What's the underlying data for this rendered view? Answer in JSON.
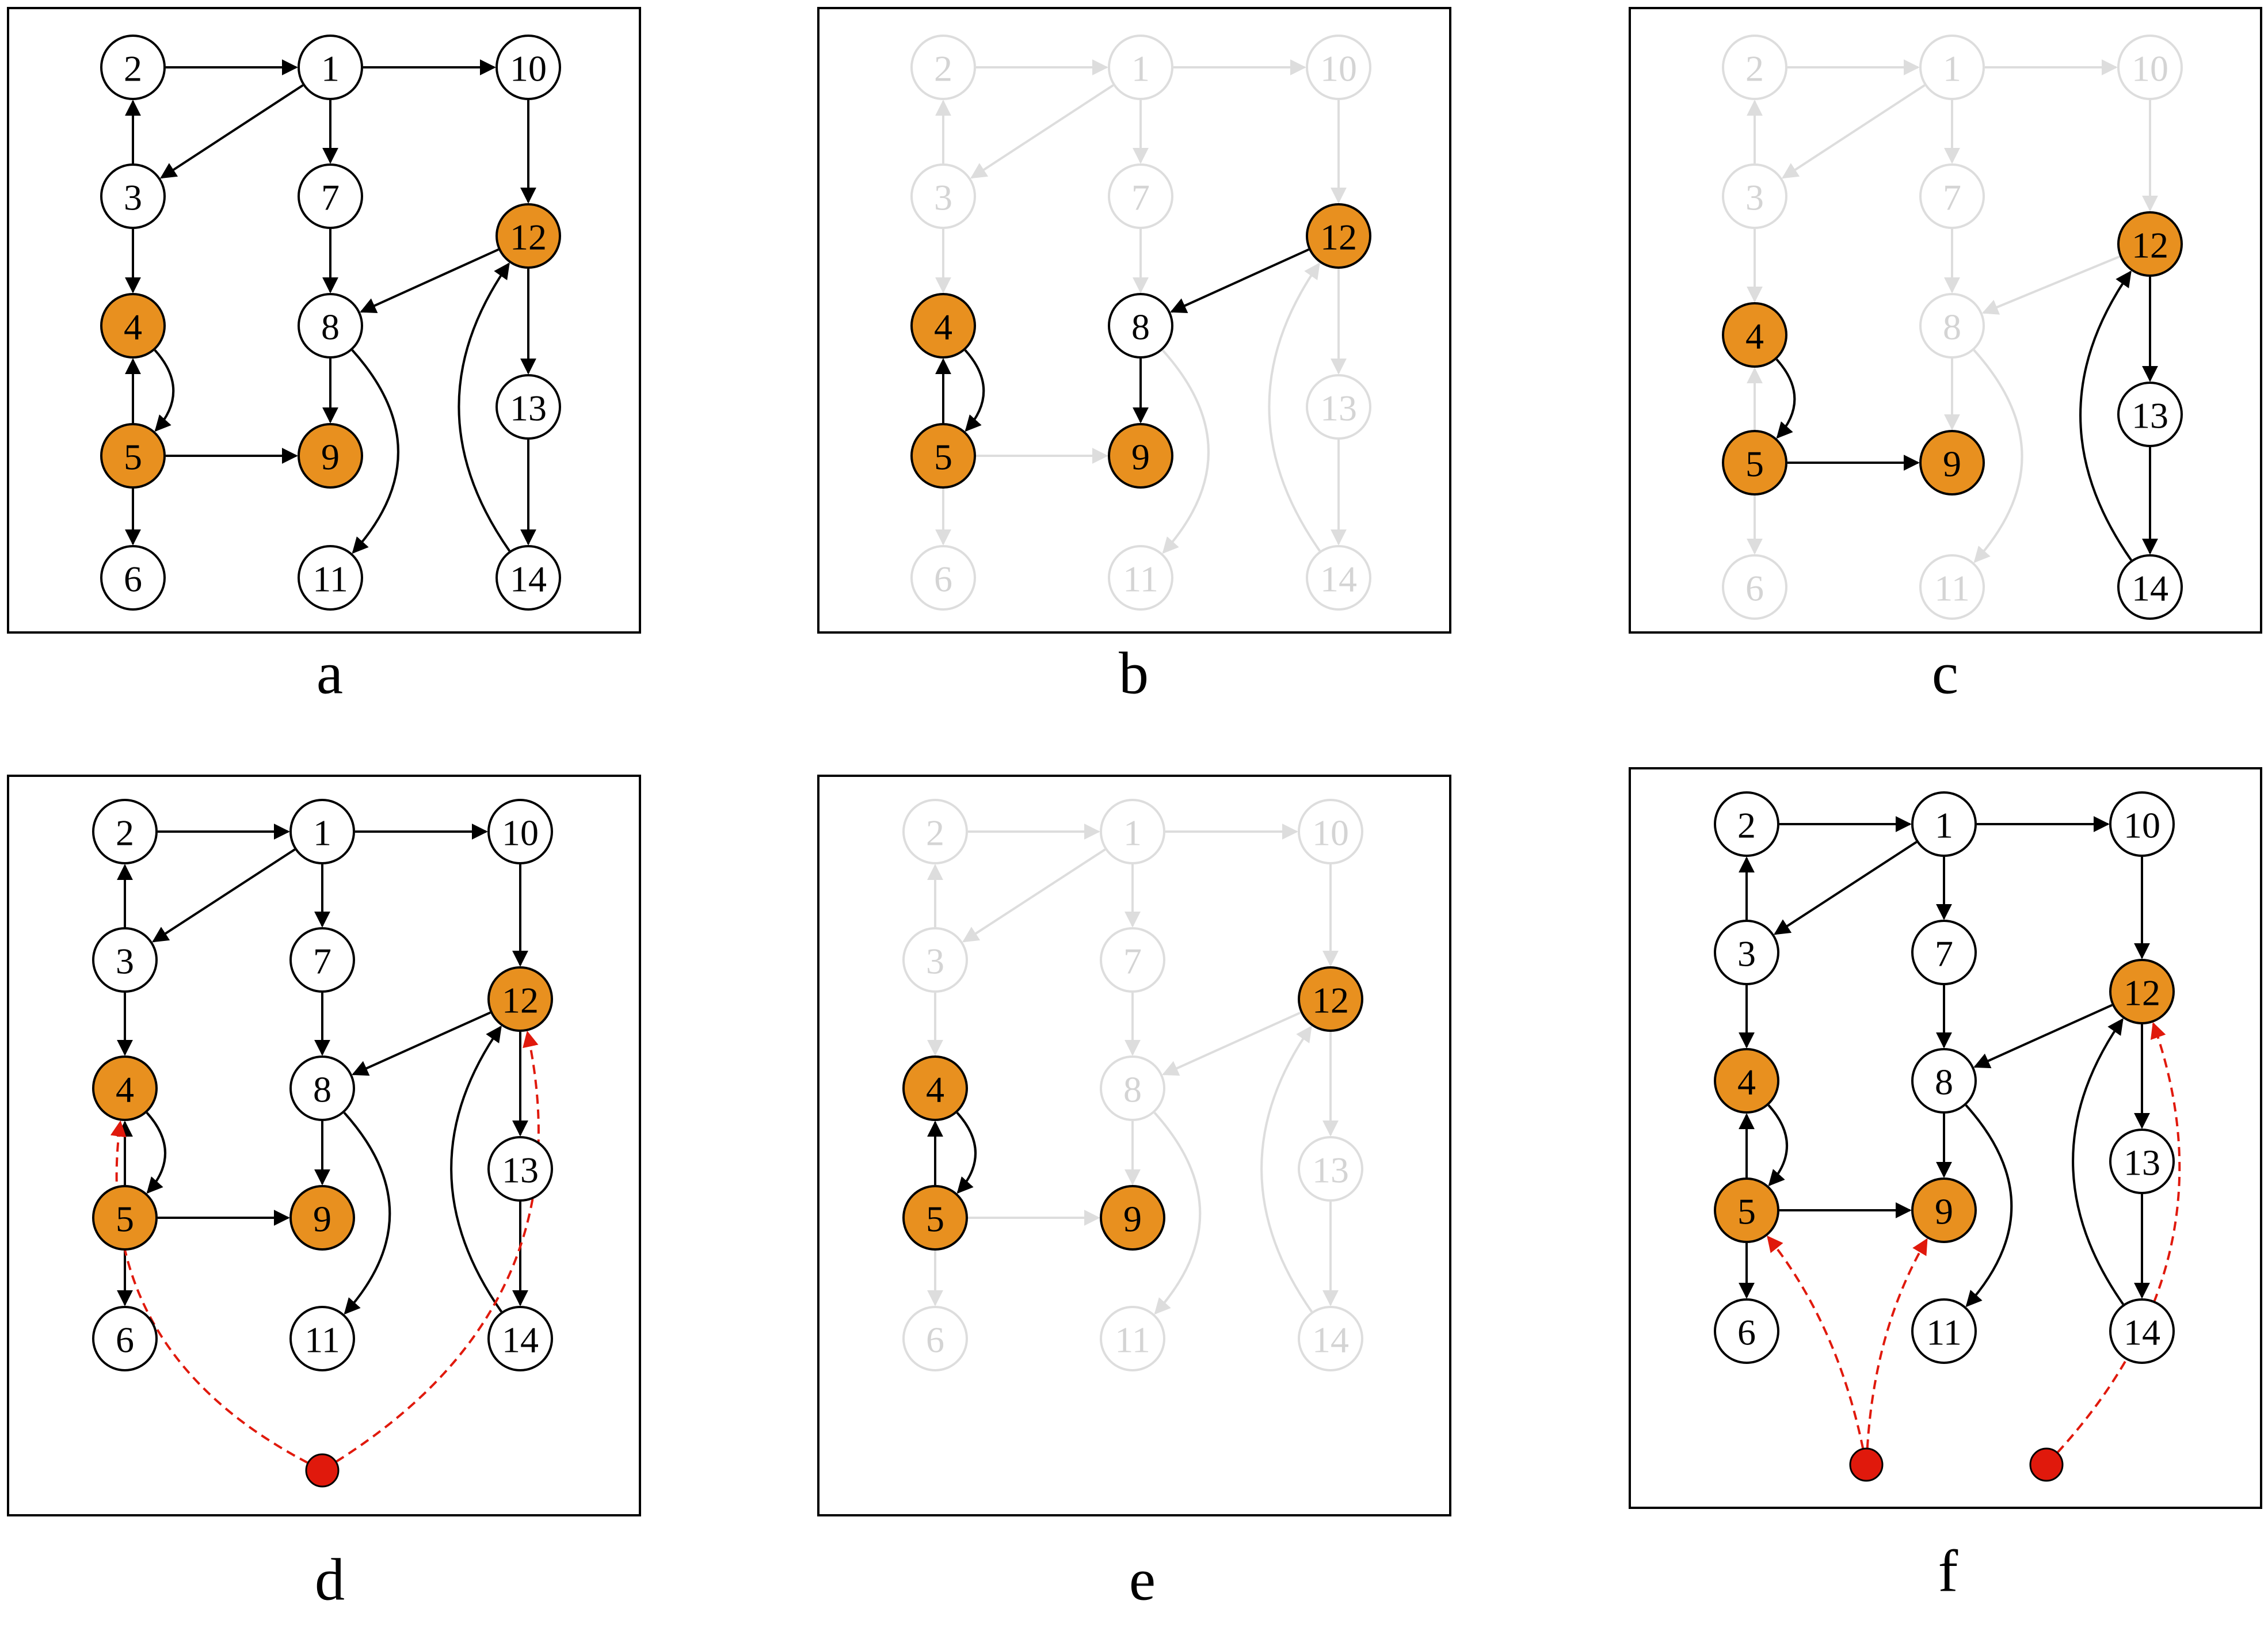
{
  "colors": {
    "highlight_fill": "#E8901F",
    "plain_fill": "#FFFFFF",
    "active_stroke": "#000000",
    "faded_stroke": "#DDDDDD",
    "faded_text": "#D4D4D4",
    "external_node": "#E0190C",
    "external_edge": "#E0190C"
  },
  "nodes": [
    {
      "id": "1",
      "label": "1",
      "highlighted": false
    },
    {
      "id": "2",
      "label": "2",
      "highlighted": false
    },
    {
      "id": "3",
      "label": "3",
      "highlighted": false
    },
    {
      "id": "4",
      "label": "4",
      "highlighted": true
    },
    {
      "id": "5",
      "label": "5",
      "highlighted": true
    },
    {
      "id": "6",
      "label": "6",
      "highlighted": false
    },
    {
      "id": "7",
      "label": "7",
      "highlighted": false
    },
    {
      "id": "8",
      "label": "8",
      "highlighted": false
    },
    {
      "id": "9",
      "label": "9",
      "highlighted": true
    },
    {
      "id": "10",
      "label": "10",
      "highlighted": false
    },
    {
      "id": "11",
      "label": "11",
      "highlighted": false
    },
    {
      "id": "12",
      "label": "12",
      "highlighted": true
    },
    {
      "id": "13",
      "label": "13",
      "highlighted": false
    },
    {
      "id": "14",
      "label": "14",
      "highlighted": false
    }
  ],
  "edges": [
    {
      "id": "2-1",
      "from": "2",
      "to": "1"
    },
    {
      "id": "1-10",
      "from": "1",
      "to": "10"
    },
    {
      "id": "1-3",
      "from": "1",
      "to": "3"
    },
    {
      "id": "1-7",
      "from": "1",
      "to": "7"
    },
    {
      "id": "3-2",
      "from": "3",
      "to": "2"
    },
    {
      "id": "3-4",
      "from": "3",
      "to": "4"
    },
    {
      "id": "7-8",
      "from": "7",
      "to": "8"
    },
    {
      "id": "10-12",
      "from": "10",
      "to": "12"
    },
    {
      "id": "12-8",
      "from": "12",
      "to": "8"
    },
    {
      "id": "12-13",
      "from": "12",
      "to": "13"
    },
    {
      "id": "8-9",
      "from": "8",
      "to": "9"
    },
    {
      "id": "8-11",
      "from": "8",
      "to": "11"
    },
    {
      "id": "4-5",
      "from": "4",
      "to": "5"
    },
    {
      "id": "5-4",
      "from": "5",
      "to": "4"
    },
    {
      "id": "5-9",
      "from": "5",
      "to": "9"
    },
    {
      "id": "5-6",
      "from": "5",
      "to": "6"
    },
    {
      "id": "13-14",
      "from": "13",
      "to": "14"
    },
    {
      "id": "14-12",
      "from": "14",
      "to": "12"
    }
  ],
  "panels": [
    {
      "id": "a",
      "caption": "a",
      "active_edges": "all",
      "faded_nodes": [],
      "external": []
    },
    {
      "id": "b",
      "caption": "b",
      "active_edges": [
        "12-8",
        "8-9",
        "4-5",
        "5-4"
      ],
      "faded_nodes": [
        "1",
        "2",
        "3",
        "6",
        "7",
        "10",
        "11",
        "13",
        "14"
      ],
      "external": []
    },
    {
      "id": "c",
      "caption": "c",
      "active_edges": [
        "12-13",
        "13-14",
        "14-12",
        "4-5",
        "5-9"
      ],
      "faded_nodes": [
        "1",
        "2",
        "3",
        "6",
        "7",
        "8",
        "10",
        "11"
      ],
      "external": []
    },
    {
      "id": "d",
      "caption": "d",
      "active_edges": "all",
      "faded_nodes": [],
      "external": [
        {
          "targets": [
            "4",
            "12"
          ]
        }
      ]
    },
    {
      "id": "e",
      "caption": "e",
      "active_edges": [
        "4-5",
        "5-4"
      ],
      "faded_nodes": [
        "1",
        "2",
        "3",
        "6",
        "7",
        "8",
        "10",
        "11",
        "13",
        "14"
      ],
      "external": []
    },
    {
      "id": "f",
      "caption": "f",
      "active_edges": "all",
      "faded_nodes": [],
      "external": [
        {
          "targets": [
            "5",
            "9"
          ]
        },
        {
          "targets": [
            "12"
          ]
        }
      ]
    }
  ]
}
